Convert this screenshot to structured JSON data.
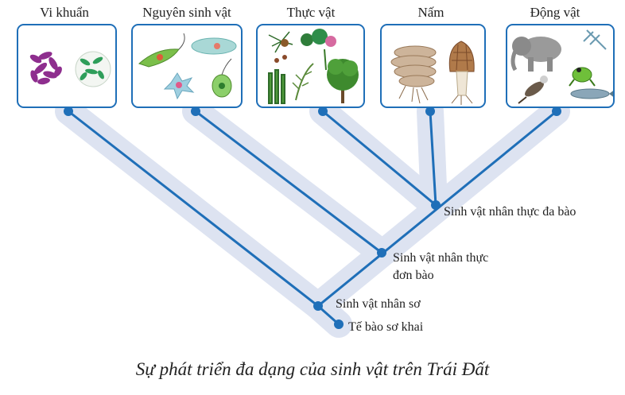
{
  "groups": [
    {
      "label": "Vi khuẩn"
    },
    {
      "label": "Nguyên sinh vật"
    },
    {
      "label": "Thực vật"
    },
    {
      "label": "Nấm"
    },
    {
      "label": "Động vật"
    }
  ],
  "nodes": {
    "multicellular_eukaryote": "Sinh vật nhân thực đa bào",
    "unicellular_eukaryote_line1": "Sinh vật nhân thực",
    "unicellular_eukaryote_line2": "đơn bào",
    "prokaryote": "Sinh vật nhân sơ",
    "primitive_cell": "Tế bào sơ khai"
  },
  "caption": "Sự phát triển đa dạng của sinh vật trên Trái Đất",
  "colors": {
    "line": "#1f6fb8",
    "node": "#1f6fb8",
    "shadow": "#dde3f1",
    "box_border": "#1f6fb8"
  }
}
